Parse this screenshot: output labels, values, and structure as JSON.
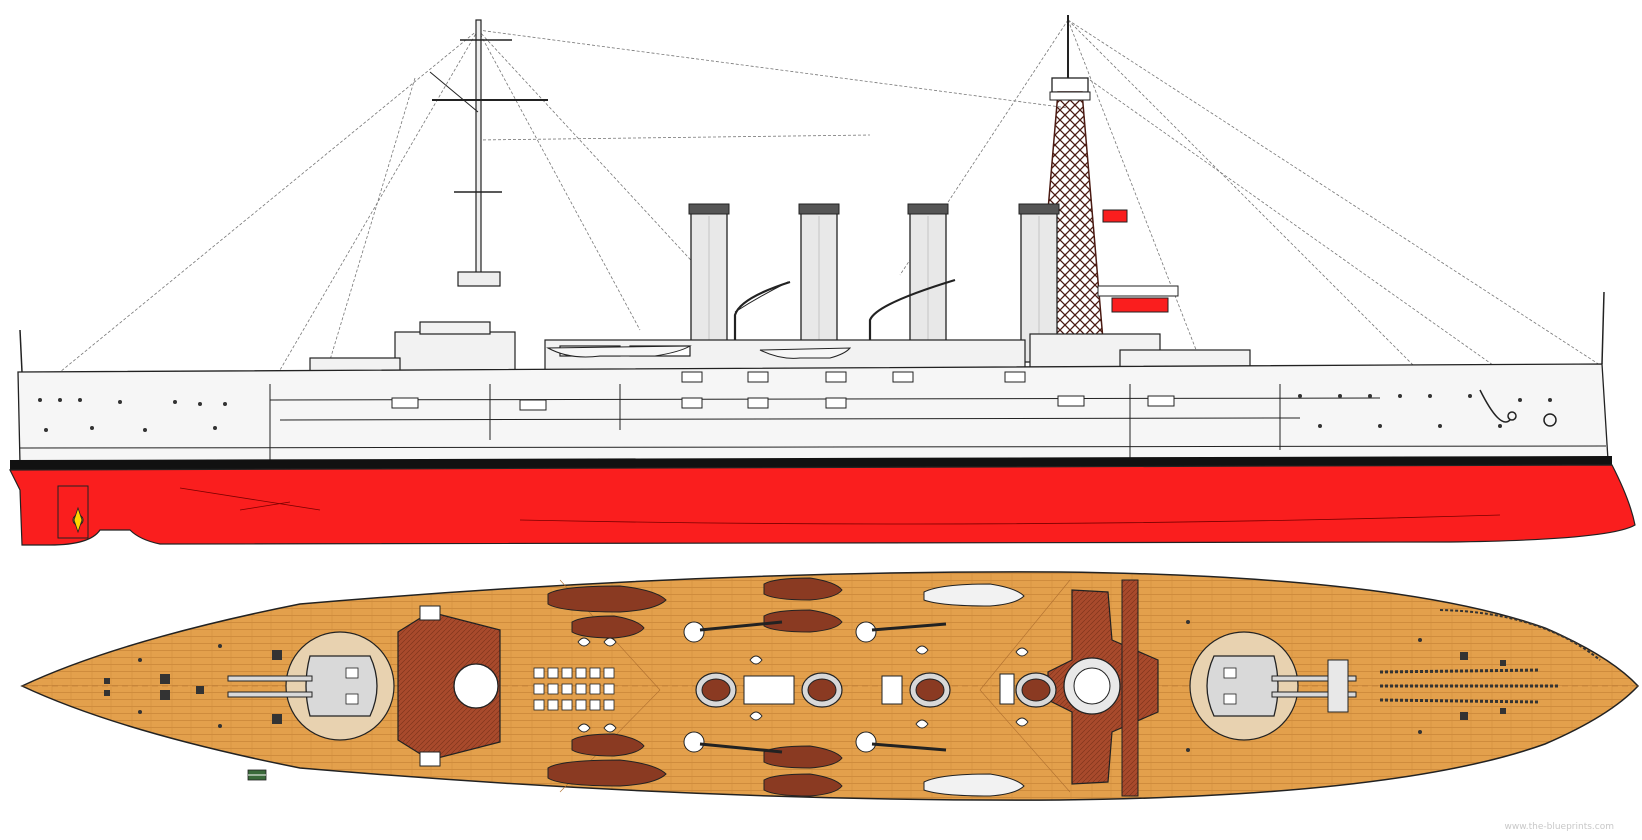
{
  "figure": {
    "views": [
      "profile",
      "plan"
    ],
    "colors": {
      "hull_side": "#f6f6f6",
      "underwater_hull": "#fa1e1e",
      "boot_topping": "#111111",
      "deck_wood": "#e3a04c",
      "deck_plank_line": "#c98638",
      "bridge_platform": "#a84a2c",
      "funnel": "#e8e8e8",
      "funnel_cap": "#555555",
      "cage_mast": "#4a1a12",
      "lines": "#222222",
      "rigging": "#777777",
      "boats_plan": "#8a3a22",
      "turret_plan": "#d9d9d9"
    },
    "profile": {
      "funnel_count": 4,
      "masts": [
        "pole-mast-aft",
        "cage-mast-fore"
      ]
    },
    "plan": {
      "turret_count": 2,
      "funnel_count": 4,
      "boat_count": 8
    },
    "watermark": "www.the-blueprints.com"
  }
}
